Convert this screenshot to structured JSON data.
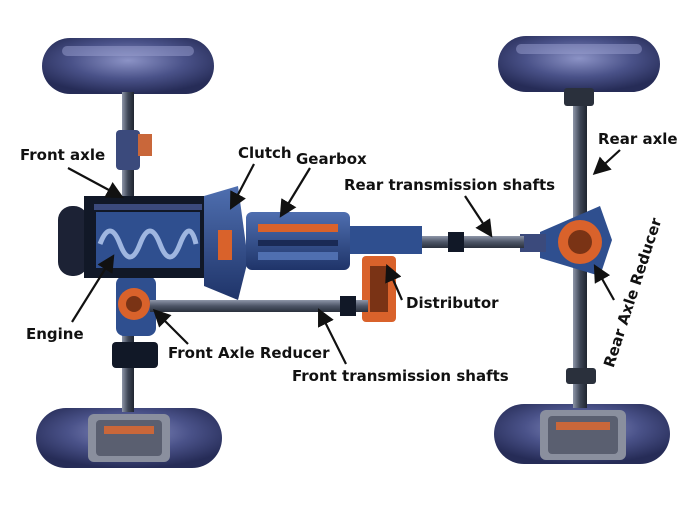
{
  "labels": {
    "front_axle": "Front axle",
    "clutch": "Clutch",
    "gearbox": "Gearbox",
    "rear_axle": "Rear axle",
    "rear_transmission_shafts": "Rear transmission shafts",
    "engine": "Engine",
    "distributor": "Distributor",
    "front_axle_reducer": "Front Axle Reducer",
    "front_transmission_shafts": "Front transmission shafts",
    "rear_axle_reducer": "Rear Axle Reducer"
  },
  "colors": {
    "tire": "#3d4478",
    "tire_highlight": "#7d84b8",
    "housing_blue": "#2f4f8f",
    "housing_dark": "#1a2a55",
    "engine_black": "#111827",
    "accent_orange": "#d9622b",
    "shaft_gray": "#5a6274",
    "arrow": "#111111"
  }
}
